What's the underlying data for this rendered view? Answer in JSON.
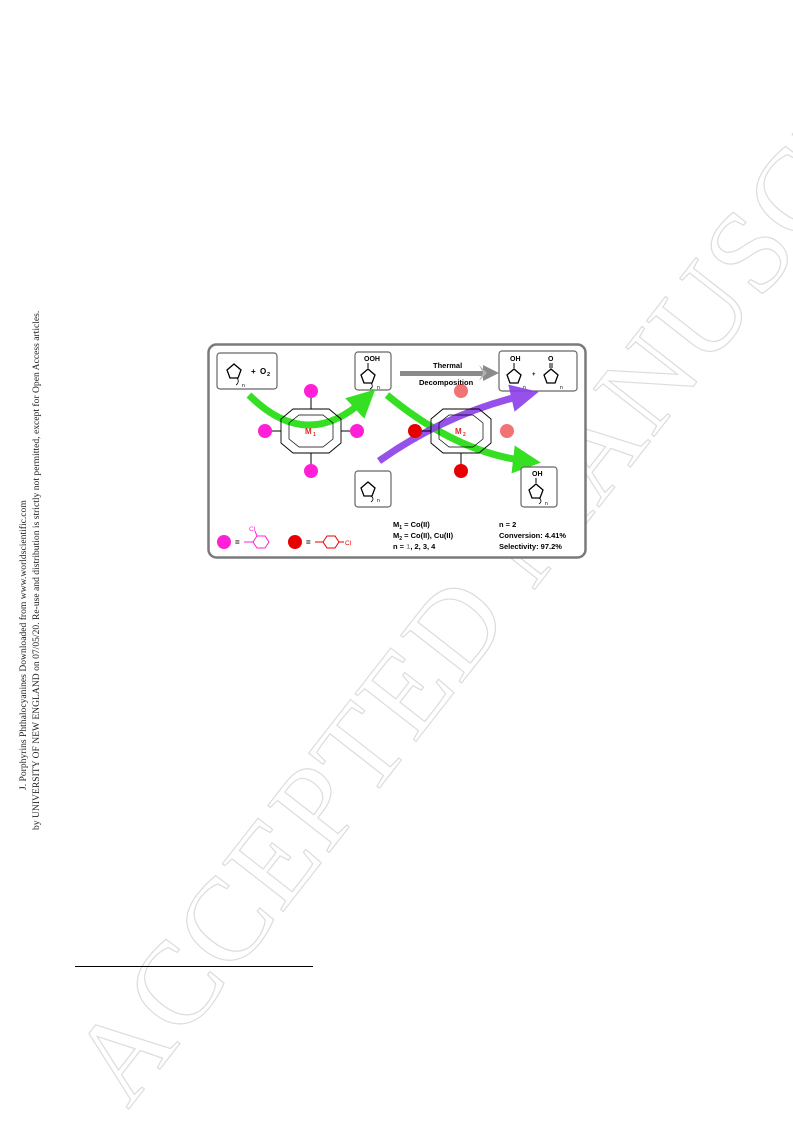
{
  "sidebar": {
    "line1": "J. Porphyrins Phthalocyanines Downloaded from www.worldscientific.com",
    "line2": "by UNIVERSITY OF NEW ENGLAND on 07/05/20. Re-use and distribution is strictly not permitted, except for Open Access articles."
  },
  "watermark": {
    "text": "ACCEPTED MANUSCRIPT"
  },
  "figure": {
    "substrate": {
      "o2": "O",
      "o2_sub": "2",
      "plus": "+",
      "ring_n": "n"
    },
    "hydroperoxide": {
      "label": "OOH",
      "ring_n": "n"
    },
    "arrow": {
      "line1": "Thermal",
      "line2": "Decomposition"
    },
    "products": {
      "oh": "OH",
      "plus": "+",
      "o": "O",
      "ring_n": "n"
    },
    "catalyst1_metal": "M",
    "catalyst1_metal_sub": "1",
    "catalyst2_metal": "M",
    "catalyst2_metal_sub": "2",
    "alkane_ring_n": "n",
    "alcohol": {
      "oh": "OH",
      "ring_n": "n"
    },
    "legend": {
      "magenta_sub": "Cl",
      "red_sub": "Cl",
      "eq": "="
    },
    "conditions": {
      "m1_pre": "M",
      "m1_sub": "1",
      "m1_post": " = Co(II)",
      "m2_pre": "M",
      "m2_sub": "2",
      "m2_post": " = Co(II), Cu(II)",
      "n_pre": "n = ",
      "n1": "1",
      "n2": "2",
      "n3": "3",
      "n4": "4",
      "sep": ", "
    },
    "results": {
      "n": "n = 2",
      "conversion": "Conversion: 4.41%",
      "selectivity": "Selectivity: 97.2%"
    },
    "colors": {
      "green": "#35e023",
      "magenta": "#ff1fd6",
      "red": "#e60000",
      "purple": "#8a3fe8",
      "metal": "#e02a2a",
      "grey_arrow": "#8a8a8a"
    }
  }
}
